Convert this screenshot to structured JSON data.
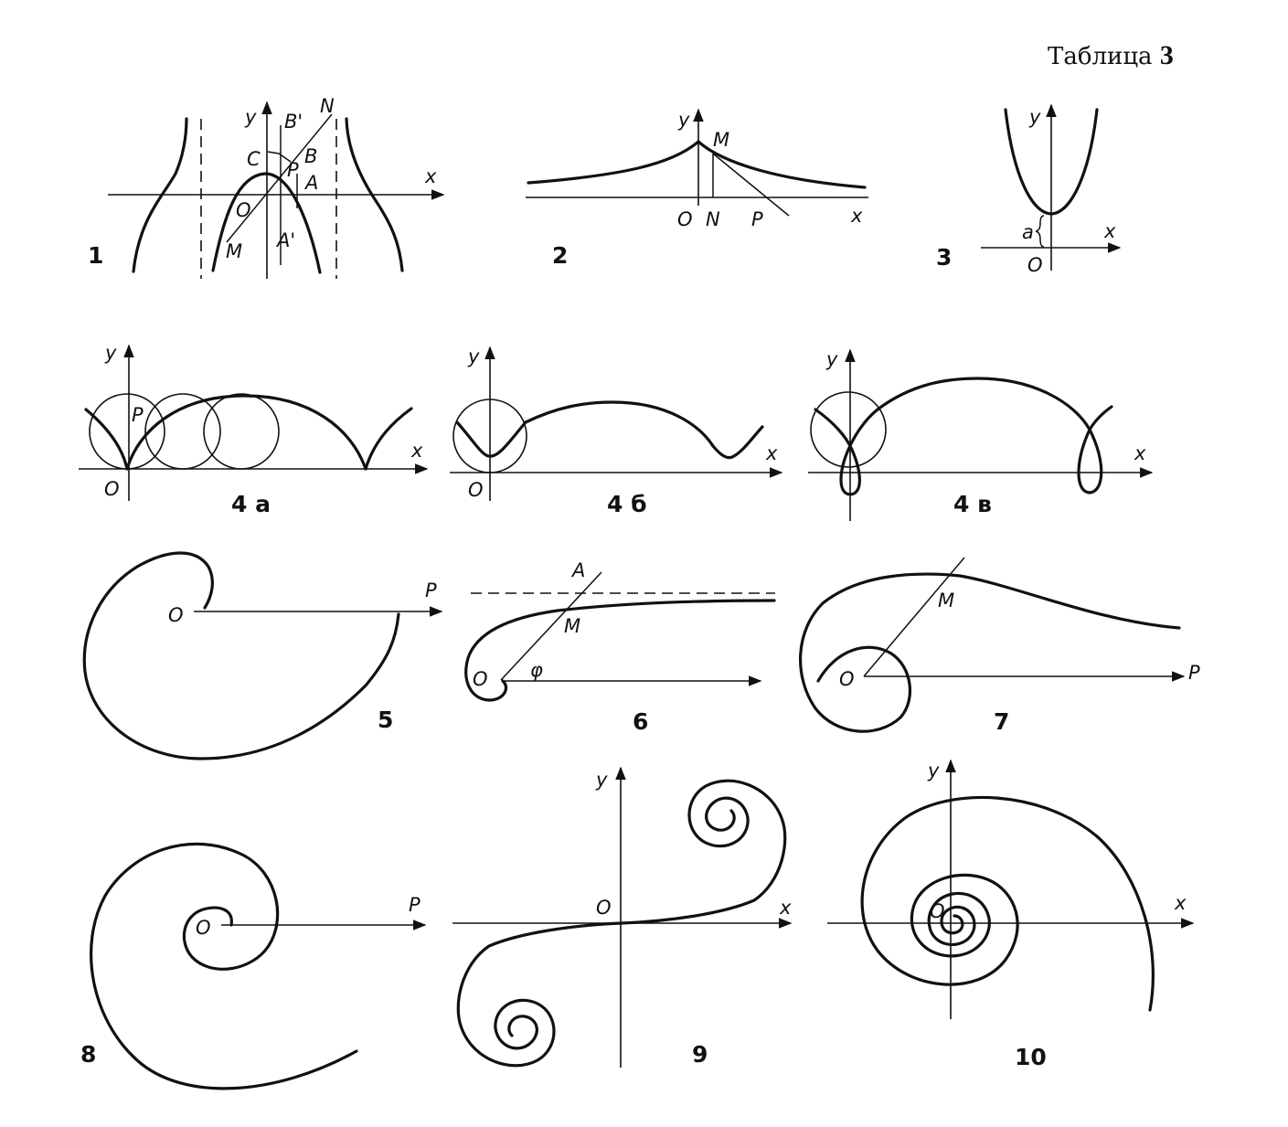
{
  "header": {
    "label": "Таблица",
    "number": "3"
  },
  "figures": [
    {
      "id": "1",
      "caption": "1",
      "labels": [
        "y",
        "x",
        "B'",
        "N",
        "C",
        "B",
        "P",
        "A",
        "O",
        "M",
        "A'"
      ]
    },
    {
      "id": "2",
      "caption": "2",
      "labels": [
        "y",
        "M",
        "O",
        "N",
        "P",
        "x"
      ]
    },
    {
      "id": "3",
      "caption": "3",
      "labels": [
        "y",
        "a",
        "x",
        "O"
      ]
    },
    {
      "id": "4a",
      "caption": "4 а",
      "labels": [
        "y",
        "P",
        "x",
        "O"
      ]
    },
    {
      "id": "4b",
      "caption": "4 б",
      "labels": [
        "y",
        "x",
        "O"
      ]
    },
    {
      "id": "4v",
      "caption": "4 в",
      "labels": [
        "y",
        "x"
      ]
    },
    {
      "id": "5",
      "caption": "5",
      "labels": [
        "O",
        "P"
      ]
    },
    {
      "id": "6",
      "caption": "6",
      "labels": [
        "A",
        "M",
        "O",
        "φ"
      ]
    },
    {
      "id": "7",
      "caption": "7",
      "labels": [
        "M",
        "O",
        "P"
      ]
    },
    {
      "id": "8",
      "caption": "8",
      "labels": [
        "O",
        "P"
      ]
    },
    {
      "id": "9",
      "caption": "9",
      "labels": [
        "y",
        "O",
        "x"
      ]
    },
    {
      "id": "10",
      "caption": "10",
      "labels": [
        "y",
        "x",
        "O"
      ]
    }
  ]
}
